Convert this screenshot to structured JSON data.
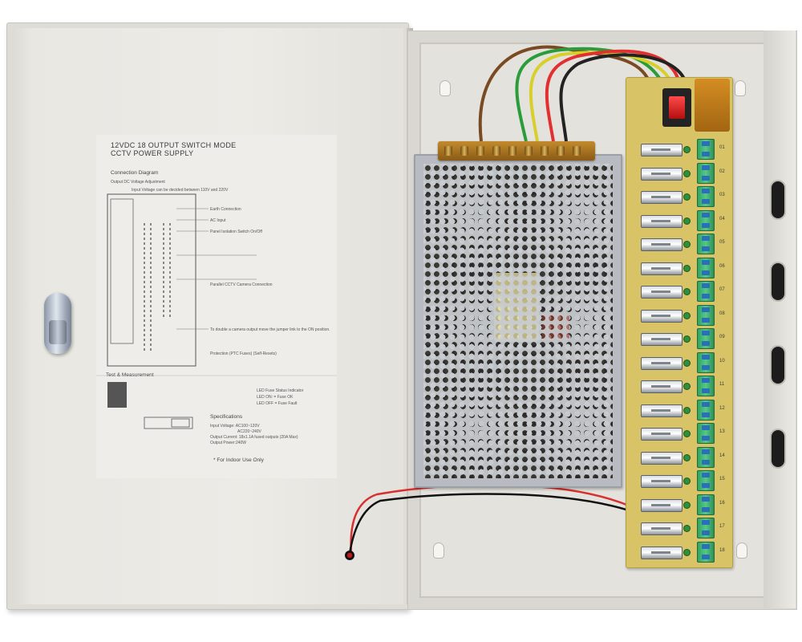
{
  "label": {
    "title_line1": "12VDC 18 OUTPUT SWITCH MODE",
    "title_line2": "CCTV POWER SUPPLY",
    "connection_diagram": "Connection Diagram",
    "output_adjust": "Output DC Voltage Adjustment",
    "input_voltage_note": "Input Voltage can be decided between 110V and 220V",
    "earth": "Earth Connection",
    "ac_input": "AC Input",
    "panel_switch": "Panel Isolation Switch On/Off",
    "parallel_outputs": "Parallel CCTV Camera Connection",
    "double_output": "To double a camera output move the jumper link to the ON position.",
    "ptc_fuses": "Protection (PTC Fuses) (Self-Resets)",
    "test_measurement": "Test & Measurement",
    "led_status": "LED Fuse Status Indicator",
    "led_on": "LED ON: = Fuse OK",
    "led_off": "LED OFF = Fuse Fault",
    "specifications": "Specifications",
    "spec_input": "Input Voltage: AC100~120V",
    "spec_input2": "AC220~240V",
    "spec_output_current": "Output Current: 18x1.1A fused outputs (20A Max)",
    "spec_output_power": "Output Power:240W",
    "indoor_use": "* For Indoor Use Only"
  },
  "board": {
    "output_numbers": [
      "01",
      "02",
      "03",
      "04",
      "05",
      "06",
      "07",
      "08",
      "09",
      "10",
      "11",
      "12",
      "13",
      "14",
      "15",
      "16",
      "17",
      "18"
    ]
  },
  "colors": {
    "cabinet": "#e4e2dd",
    "board": "#d8c466",
    "terminals": "#3fb670",
    "switch": "#e02a2a"
  }
}
